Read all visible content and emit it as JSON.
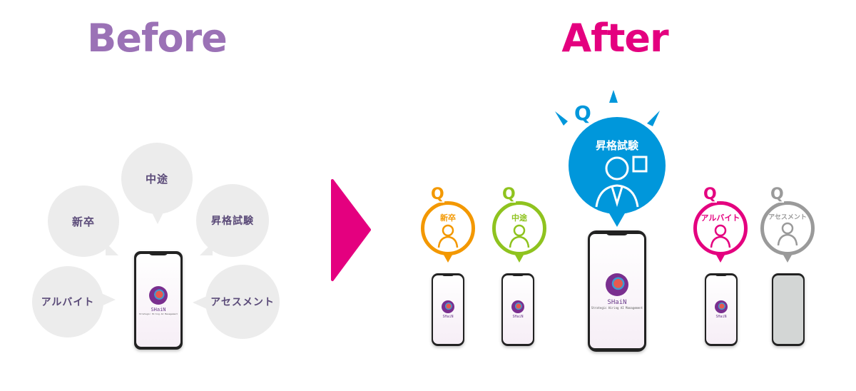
{
  "before": {
    "title": "Before",
    "bubbles": [
      "新卒",
      "中途",
      "昇格試験",
      "アルバイト",
      "アセスメント"
    ]
  },
  "after": {
    "title": "After",
    "q_label": "Q",
    "categories": [
      {
        "label": "新卒",
        "color": "#f39800"
      },
      {
        "label": "中途",
        "color": "#8fc31f"
      },
      {
        "label": "昇格試験",
        "color": "#0097db"
      },
      {
        "label": "アルバイト",
        "color": "#e4007f"
      },
      {
        "label": "アセスメント",
        "color": "#9a9a9a"
      }
    ]
  },
  "app": {
    "name": "SHaiN",
    "tagline": "Strategic Hiring AI Management"
  },
  "colors": {
    "before": "#9b72b6",
    "after": "#e4007f",
    "arrow": "#e4007f"
  }
}
